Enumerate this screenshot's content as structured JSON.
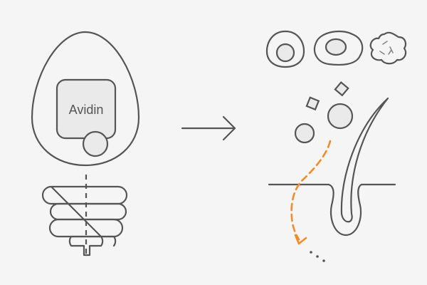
{
  "egg": {
    "protein_label": "Avidin"
  },
  "colors": {
    "background": "#f5f5f5",
    "outline": "#555555",
    "fill": "#eaeaea",
    "accent": "#f28c28"
  },
  "icons": {
    "left": [
      "raw-egg-icon",
      "avidin-protein-box",
      "bound-biotin-circle",
      "intestine-icon"
    ],
    "middle": [
      "arrow-right-icon"
    ],
    "right": [
      "boiled-egg-icon",
      "fried-egg-icon",
      "scrambled-egg-icon",
      "biotin-particles",
      "skin-cross-section",
      "hair-follicle-icon",
      "absorption-path-arrow"
    ]
  }
}
